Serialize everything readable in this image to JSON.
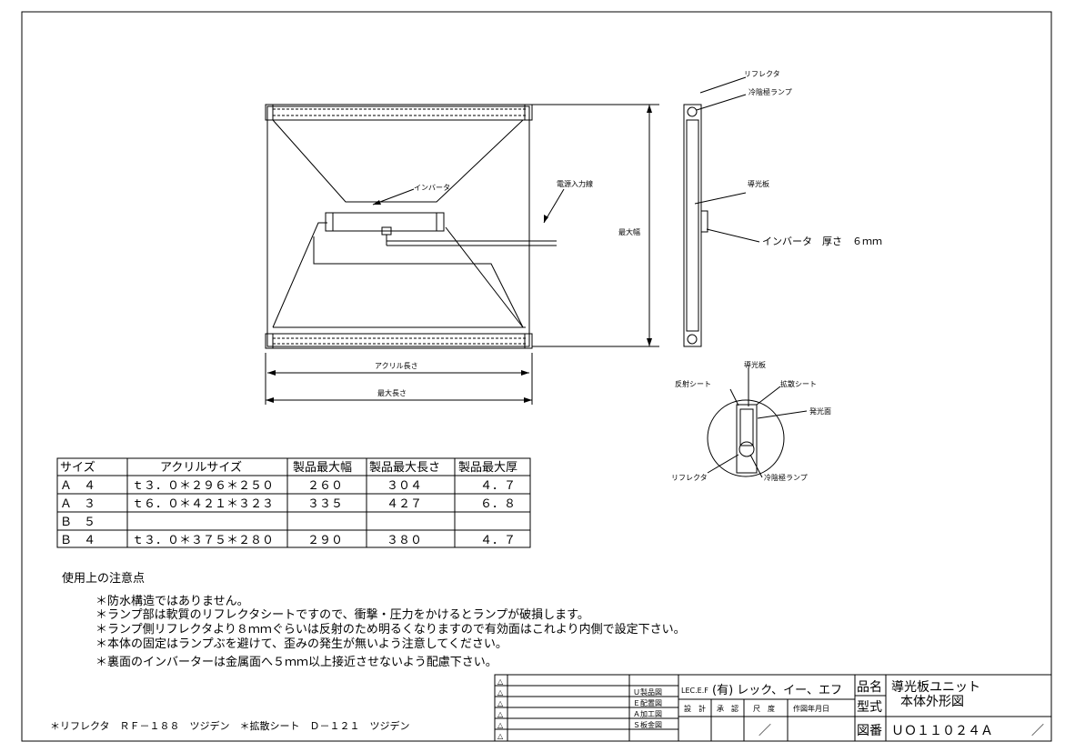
{
  "labels": {
    "reflector": "リフレクタ",
    "cold_cathode_lamp": "冷陰極ランプ",
    "light_guide_plate": "導光板",
    "inverter_thickness": "インバータ　厚さ　６ｍｍ",
    "inverter": "インバータ",
    "power_input_line": "電源入力線",
    "max_width": "最大幅",
    "acrylic_length": "アクリル長さ",
    "max_length": "最大長さ",
    "detail_light_guide": "導光板",
    "detail_reflect_sheet": "反射シート",
    "detail_diffuse_sheet": "拡散シート",
    "detail_emit_face": "発光面",
    "detail_reflector": "リフレクタ",
    "detail_lamp": "冷陰極ランプ"
  },
  "table": {
    "headers": [
      "サイズ",
      "アクリルサイズ",
      "製品最大幅",
      "製品最大長さ",
      "製品最大厚"
    ],
    "rows": [
      [
        "Ａ　４",
        "ｔ３．０＊２９６＊２５０",
        "２６０",
        "３０４",
        "４．７"
      ],
      [
        "Ａ　３",
        "ｔ６．０＊４２１＊３２３",
        "３３５",
        "４２７",
        "６．８"
      ],
      [
        "Ｂ　５",
        "",
        "",
        "",
        ""
      ],
      [
        "Ｂ　４",
        "ｔ３．０＊３７５＊２８０",
        "２９０",
        "３８０",
        "４．７"
      ]
    ]
  },
  "notes": {
    "title": "使用上の注意点",
    "items": [
      "＊防水構造ではありません。",
      "＊ランプ部は軟質のリフレクタシートですので、衝撃・圧力をかけるとランプが破損します。",
      "＊ランプ側リフレクタより８ｍｍぐらいは反射のため明るくなりますので有効面はこれより内側で設定下さい。",
      "＊本体の固定はランプぶを避けて、歪みの発生が無いよう注意してください。",
      "＊裏面のインバーターは金属面へ５ｍｍ以上接近させないよう配慮下さい。"
    ]
  },
  "footer_note": "＊リフレクタ　ＲＦ－１８８　ツジデン　＊拡散シート　Ｄ－１２１　ツジデン",
  "title_block": {
    "rev_mark": "△",
    "codes": [
      "Ｕ製品図",
      "Ｅ配置図",
      "Ａ加工図",
      "Ｓ板金図"
    ],
    "company_code": "LEC.E.F",
    "company": "(有) レック、イー、エフ",
    "roles": [
      "設　計",
      "承　認",
      "尺　度",
      "作図年月日"
    ],
    "scale": "／",
    "name_label": "品名",
    "model_label": "型式",
    "drawing_no_label": "図番",
    "product_name": "導光板ユニット",
    "product_subtitle": "本体外形図",
    "drawing_no": "ＵＯ１１０２４Ａ　　　／"
  }
}
